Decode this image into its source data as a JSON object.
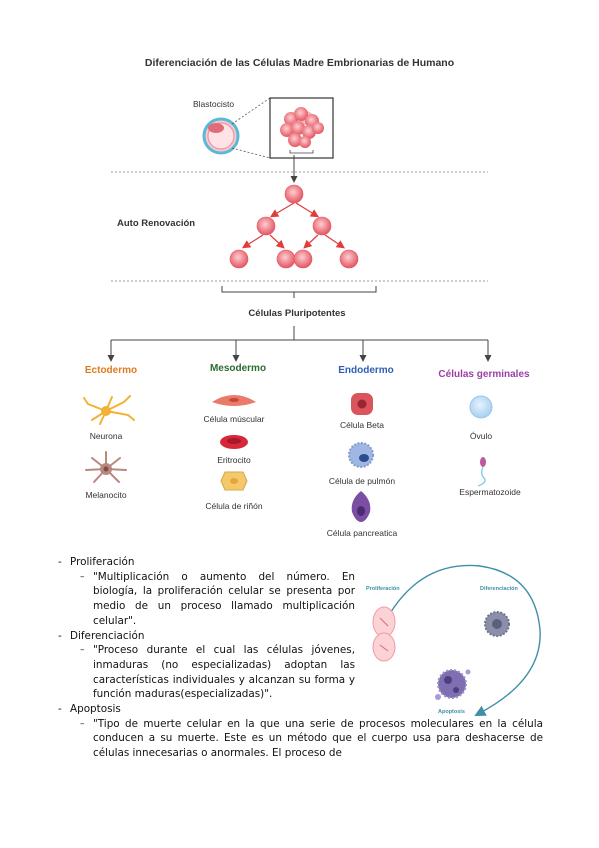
{
  "title": "Diferenciación de las Células Madre Embrionarias de Humano",
  "blastocisto_label": "Blastocisto",
  "auto_renovacion_label": "Auto Renovación",
  "pluripotentes_label": "Células Pluripotentes",
  "germ_layers": [
    {
      "name": "Ectodermo",
      "color": "#e07b1f",
      "cells": [
        "Neurona",
        "Melanocito"
      ]
    },
    {
      "name": "Mesodermo",
      "color": "#2e6b2e",
      "cells": [
        "Célula múscular",
        "Eritrocito",
        "Célula de riñón"
      ]
    },
    {
      "name": "Endodermo",
      "color": "#2f5fb0",
      "cells": [
        "Célula Beta",
        "Célula de pulmón",
        "Célula pancreatica"
      ]
    },
    {
      "name": "Células germinales",
      "color": "#9b3fa6",
      "cells": [
        "Óvulo",
        "Espermatozoide"
      ]
    }
  ],
  "bullets": [
    {
      "label": "Proliferación",
      "text": "\"Multiplicación o aumento del número. En biología, la proliferación celular se presenta por medio de un proceso llamado multiplicación celular\"."
    },
    {
      "label": "Diferenciación",
      "text": "\"Proceso durante el cual las células jóvenes, inmaduras (no especializadas) adoptan las características individuales y alcanzan su forma y función maduras(especializadas)\"."
    },
    {
      "label": "Apoptosis",
      "text": "\"Tipo de muerte celular en la que una serie de procesos moleculares en la célula conducen a su muerte. Este es un método que el cuerpo usa para deshacerse de células innecesarias o anormales. El proceso de"
    }
  ],
  "cycle": {
    "proliferacion": "Proliferación",
    "diferenciacion": "Diferenciación",
    "apoptosis": "Apoptosis",
    "accent": "#3f8fa8"
  },
  "colors": {
    "cell": "#ef6f78",
    "cell_light": "#f7a9ae",
    "arrow": "#e03c3c",
    "line": "#444444"
  }
}
